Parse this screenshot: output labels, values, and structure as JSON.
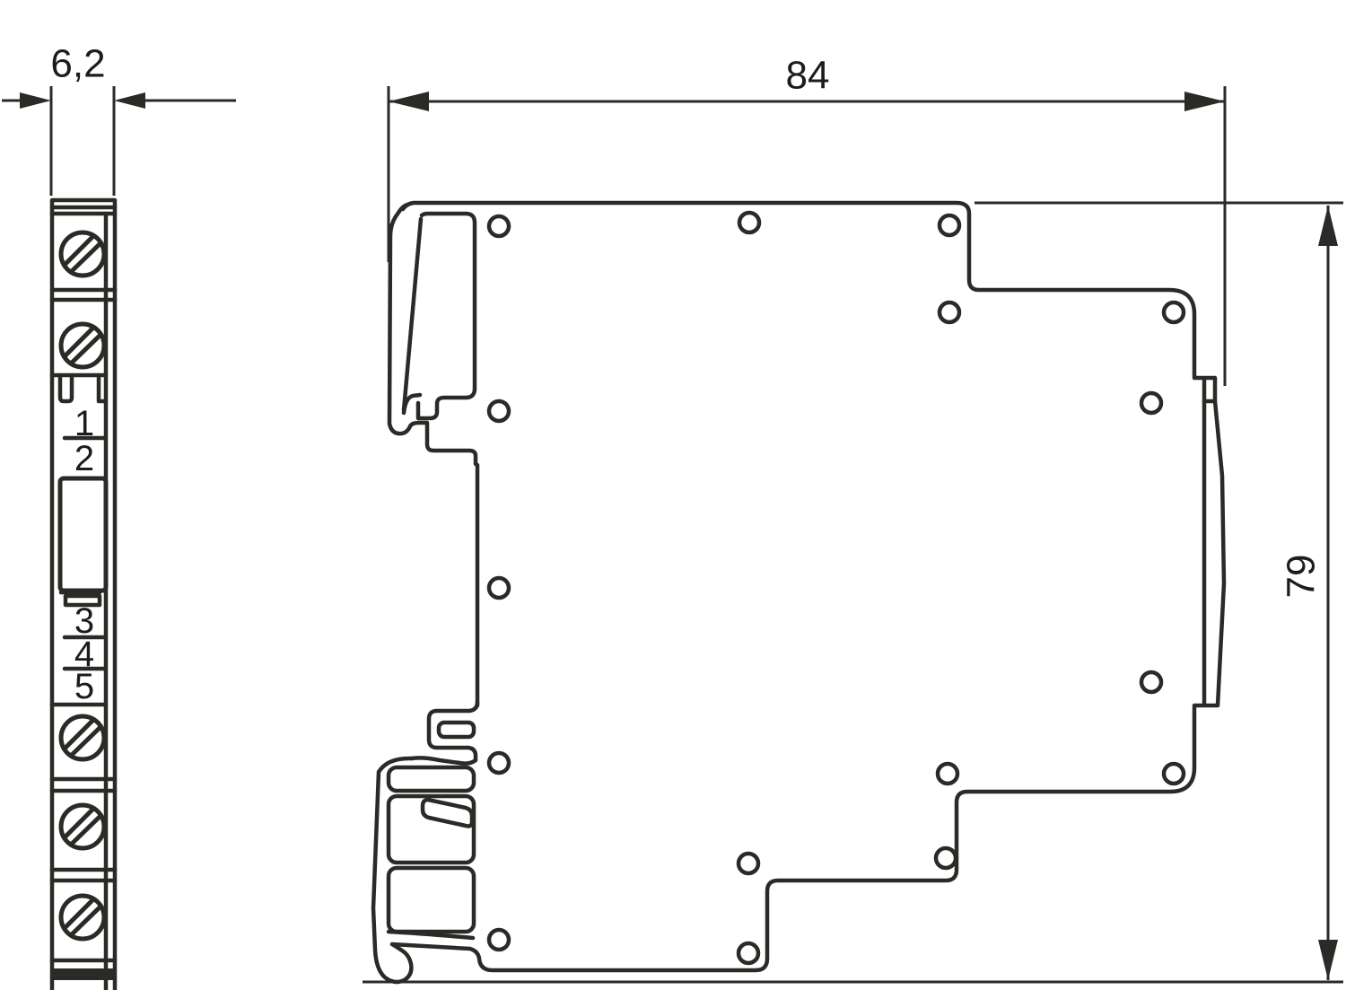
{
  "drawing": {
    "type": "technical-dimension-drawing",
    "front_view": {
      "width_dim": "6,2",
      "terminal_top": [
        "1",
        "2"
      ],
      "terminal_bottom": [
        "3",
        "4",
        "5"
      ],
      "screw_terminal_count": 5
    },
    "side_view": {
      "width_dim": "84",
      "height_dim": "79",
      "hole_count": 16
    },
    "colors": {
      "line": "#2b2a27",
      "text": "#1c1c1c",
      "background": "#ffffff"
    }
  }
}
